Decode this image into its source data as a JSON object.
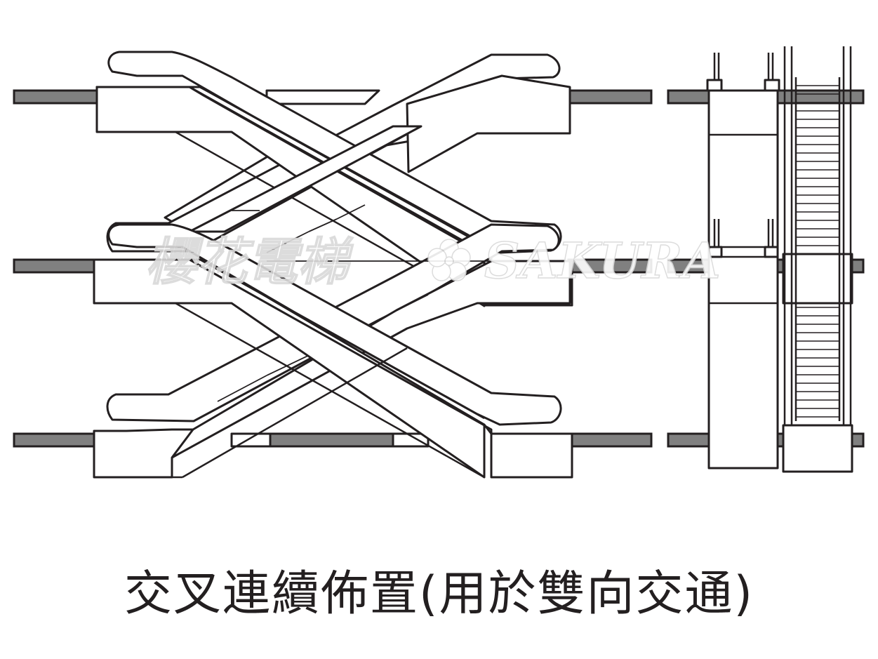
{
  "caption": "交叉連續佈置(用於雙向交通)",
  "watermark": {
    "cn_text": "櫻花電梯",
    "en_text": "SAKURA",
    "flower": "sakura-flower-icon"
  },
  "colors": {
    "line": "#231f20",
    "floor_slab": "#808080",
    "fill": "#ffffff",
    "watermark": "#e6e6e6"
  },
  "diagram": {
    "front_view": "crisscross-escalator-front-elevation",
    "side_view": "crisscross-escalator-side-elevation",
    "floors": 3,
    "escalator_pairs": 2
  }
}
